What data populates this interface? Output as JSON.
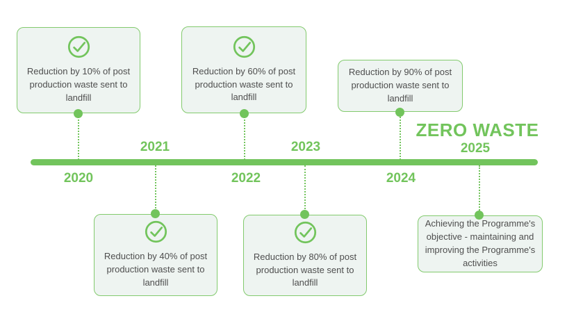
{
  "title": "ZERO WASTE",
  "colors": {
    "accent_green": "#72c45c",
    "card_background": "#eef4f1",
    "card_border": "#82ca6d",
    "body_text": "#4e4e4e"
  },
  "timeline": {
    "years": [
      "2020",
      "2021",
      "2022",
      "2023",
      "2024",
      "2025"
    ]
  },
  "milestones": [
    {
      "year": "2020",
      "text": "Reduction by 10% of post\nproduction waste sent to\nlandfill",
      "icon": "check-circle-icon",
      "card_position": "above"
    },
    {
      "year": "2021",
      "text": "Reduction by 40% of post\nproduction waste sent to\nlandfill",
      "icon": "check-circle-icon",
      "card_position": "below"
    },
    {
      "year": "2022",
      "text": "Reduction by 60% of post\nproduction waste sent to\nlandfill",
      "icon": "check-circle-icon",
      "card_position": "above"
    },
    {
      "year": "2023",
      "text": "Reduction by 80% of post\nproduction waste sent to\nlandfill",
      "icon": "check-circle-icon",
      "card_position": "below"
    },
    {
      "year": "2024",
      "text": "Reduction by 90% of post\nproduction waste sent to\nlandfill",
      "icon": null,
      "card_position": "above"
    },
    {
      "year": "2025",
      "text": "Achieving the Programme's\nobjective - maintaining and\nimproving the Programme's\nactivities",
      "icon": null,
      "card_position": "below"
    }
  ]
}
